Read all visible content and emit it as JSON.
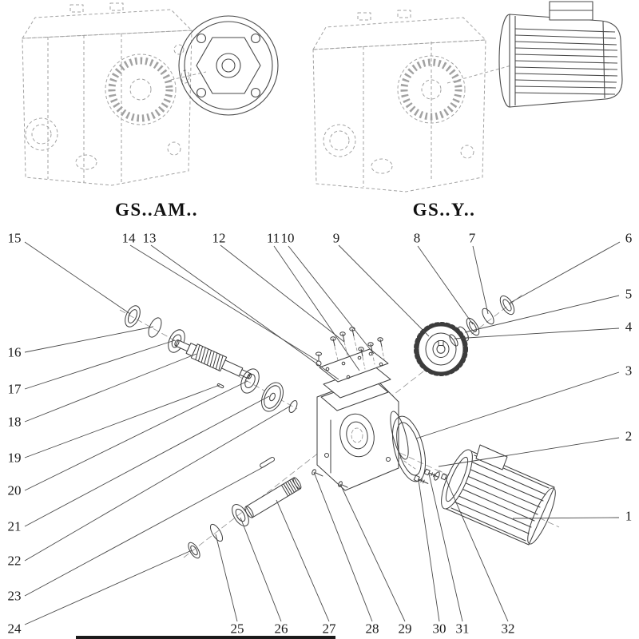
{
  "colors": {
    "background": "#ffffff",
    "ink": "#3c3c3c",
    "sketch": "#a2a2a2"
  },
  "figure_labels": {
    "left": "GS..AM..",
    "right": "GS..Y.."
  },
  "callouts": [
    {
      "label": "1"
    },
    {
      "label": "2"
    },
    {
      "label": "3"
    },
    {
      "label": "4"
    },
    {
      "label": "5"
    },
    {
      "label": "6"
    },
    {
      "label": "7"
    },
    {
      "label": "8"
    },
    {
      "label": "9"
    },
    {
      "label": "10"
    },
    {
      "label": "11"
    },
    {
      "label": "12"
    },
    {
      "label": "13"
    },
    {
      "label": "14"
    },
    {
      "label": "15"
    },
    {
      "label": "16"
    },
    {
      "label": "17"
    },
    {
      "label": "18"
    },
    {
      "label": "19"
    },
    {
      "label": "20"
    },
    {
      "label": "21"
    },
    {
      "label": "22"
    },
    {
      "label": "23"
    },
    {
      "label": "24"
    },
    {
      "label": "25"
    },
    {
      "label": "26"
    },
    {
      "label": "27"
    },
    {
      "label": "28"
    },
    {
      "label": "29"
    },
    {
      "label": "30"
    },
    {
      "label": "31"
    },
    {
      "label": "32"
    }
  ]
}
